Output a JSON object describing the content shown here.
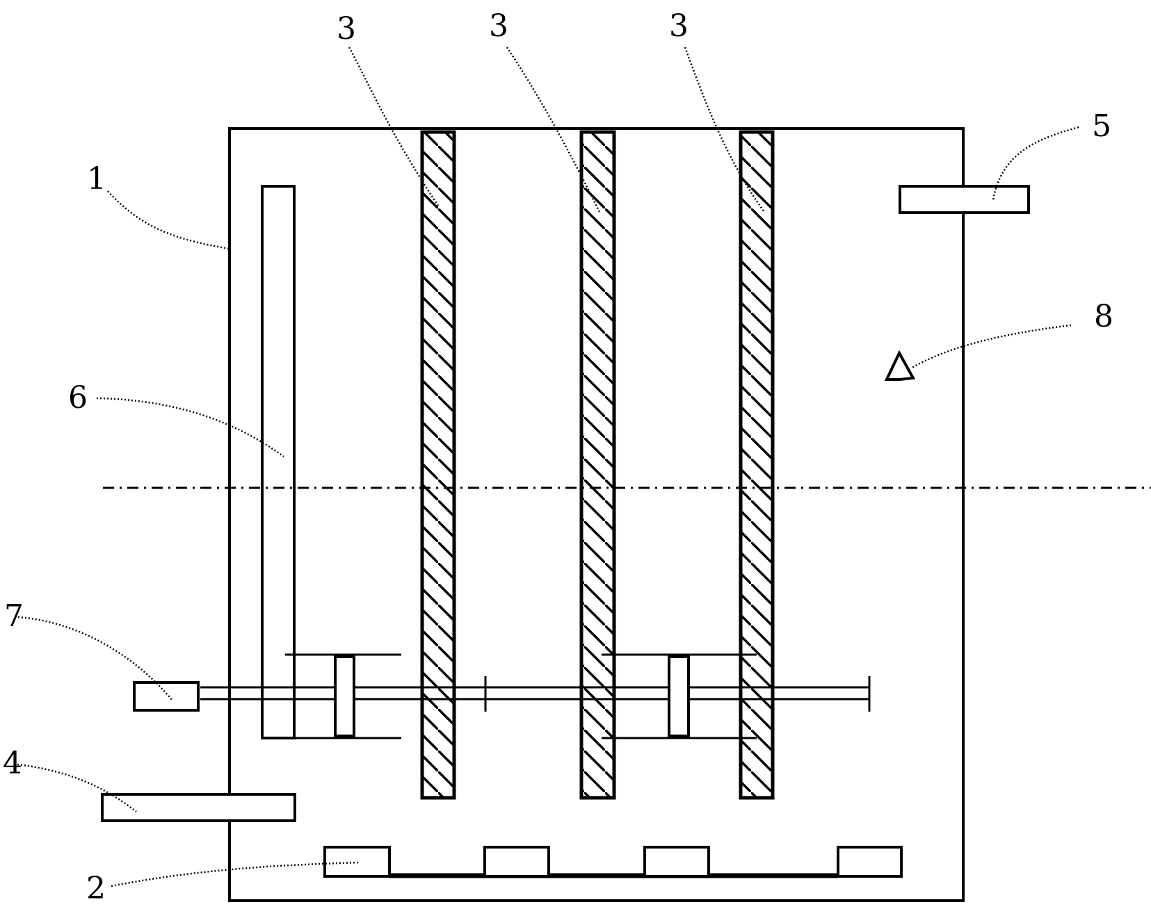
{
  "diagram": {
    "labels": {
      "housing": "1",
      "heater": "2",
      "plate_1": "3",
      "plate_2": "3",
      "plate_3": "3",
      "inlet": "4",
      "outlet": "5",
      "baffle": "6",
      "motor": "7",
      "sensor": "8"
    }
  },
  "colors": {
    "line": "#000000",
    "background": "#ffffff"
  }
}
